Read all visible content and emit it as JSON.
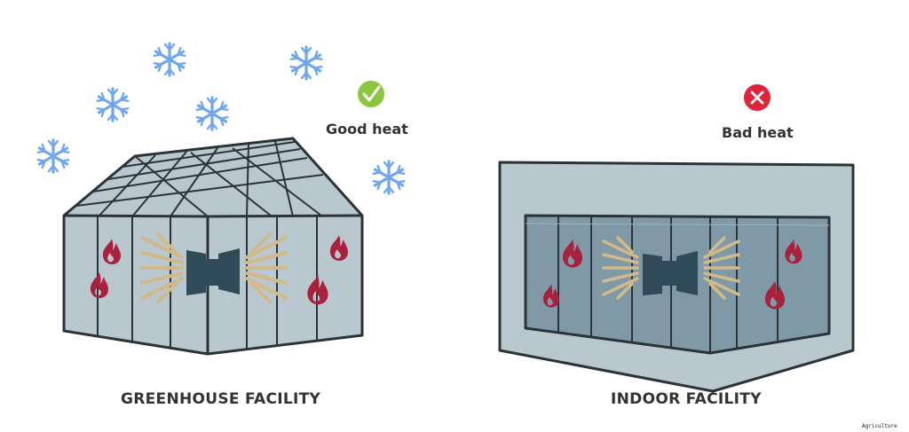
{
  "left_panel": {
    "caption": "GREENHOUSE FACILITY",
    "status_label": "Good heat",
    "status_icon": "checkmark-icon",
    "status_color": "#8cc63f"
  },
  "right_panel": {
    "caption": "INDOOR FACILITY",
    "status_label": "Bad heat",
    "status_icon": "x-mark-icon",
    "status_color": "#e0243a"
  },
  "footer": {
    "tag": "Agriculture"
  },
  "colors": {
    "snow": "#6fa8f0",
    "glass": "#b9c8cf",
    "frame": "#2c3338",
    "flame": "#a8213d",
    "heat_rays": "#d2b98a",
    "heater": "#2f4a58",
    "indoor_window": "#7f9aa6"
  }
}
